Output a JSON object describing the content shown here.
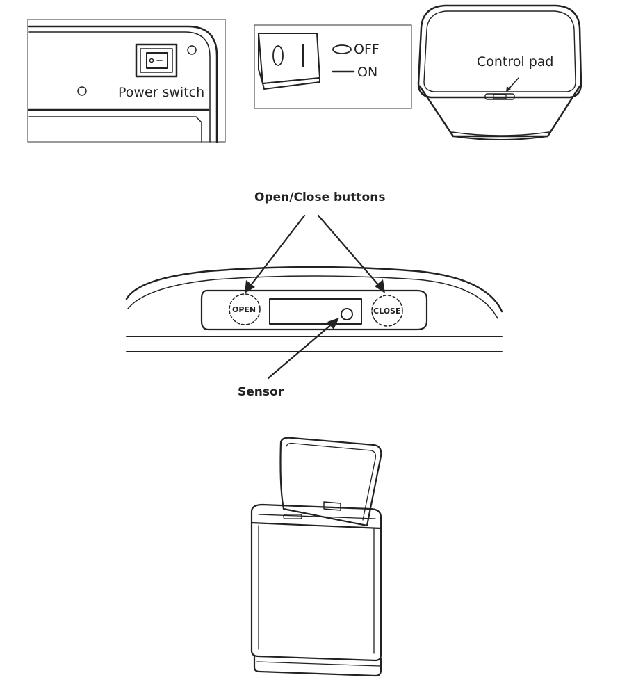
{
  "panels": {
    "power_switch": {
      "label": "Power switch"
    },
    "switch_legend": {
      "off_label": "OFF",
      "on_label": "ON"
    },
    "lid_top": {
      "label": "Control pad"
    }
  },
  "control_panel": {
    "buttons_label": "Open/Close buttons",
    "open_stamp": "OPEN",
    "close_stamp": "CLOSE",
    "sensor_label": "Sensor"
  },
  "colors": {
    "ink": "#222222",
    "frame": "#555555",
    "background": "#ffffff"
  }
}
